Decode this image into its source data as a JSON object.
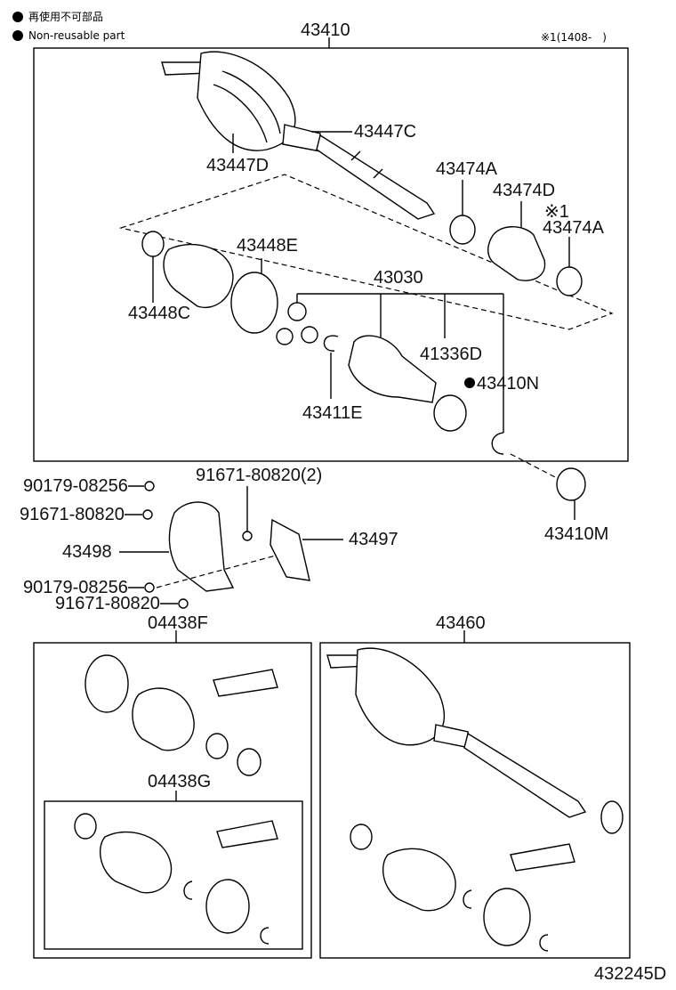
{
  "legend": {
    "item1": {
      "text": "再使用不可部品"
    },
    "item2": {
      "text": "Non-reusable part"
    }
  },
  "note_top_right": "※1(1408-　)",
  "labels": {
    "p43410": "43410",
    "p43447C": "43447C",
    "p43447D": "43447D",
    "p43474A_1": "43474A",
    "p43474D": "43474D",
    "p43474A_2": "43474A",
    "mark1": "※1",
    "p43448E": "43448E",
    "p43448C": "43448C",
    "p43030": "43030",
    "p41336D": "41336D",
    "p43410N": "43410N",
    "p43411E": "43411E",
    "p43410M": "43410M",
    "p90179_1": "90179-08256",
    "p91671_2": "91671-80820(2)",
    "p91671_1": "91671-80820",
    "p43498": "43498",
    "p43497": "43497",
    "p90179_2": "90179-08256",
    "p91671_3": "91671-80820",
    "p04438F": "04438F",
    "p43460": "43460",
    "p04438G": "04438G",
    "code": "432245D"
  },
  "colors": {
    "line": "#000000",
    "background": "#ffffff"
  }
}
